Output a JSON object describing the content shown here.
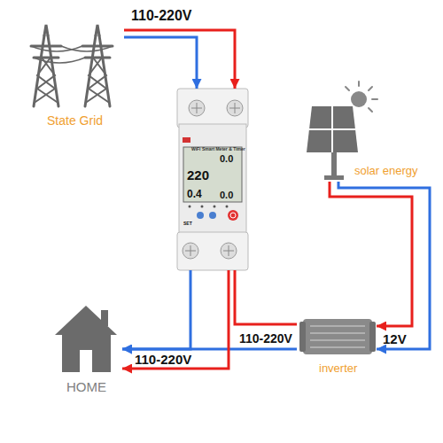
{
  "diagram": {
    "nodes": [
      {
        "text": [
          "State Grid"
        ]
      },
      {
        "text": [
          "WiFi Smart Meter & Timer"
        ]
      },
      {
        "text": [
          "solar energy"
        ]
      },
      {
        "text": [
          "HOME"
        ]
      },
      {
        "text": [
          "inverter"
        ]
      }
    ],
    "edges": [
      {
        "from": 0,
        "to": 1,
        "arrow": "to"
      },
      {
        "from": 0,
        "to": 1,
        "label": "110-220V",
        "arrow": "to"
      },
      {
        "from": 2,
        "to": 4,
        "arrow": "to"
      },
      {
        "from": 2,
        "to": 4,
        "label": "12V",
        "arrow": "to"
      },
      {
        "from": 4,
        "to": 1,
        "arrow": "none"
      },
      {
        "from": 4,
        "to": 3,
        "label": "110-220V",
        "arrow": "to"
      },
      {
        "from": 1,
        "to": 3,
        "arrow": "to"
      },
      {
        "from": 1,
        "to": 3,
        "label": "110-220V",
        "arrow": "to"
      }
    ],
    "labels": [
      "0.0",
      "220",
      "0.4",
      "0.0",
      "SET"
    ]
  }
}
